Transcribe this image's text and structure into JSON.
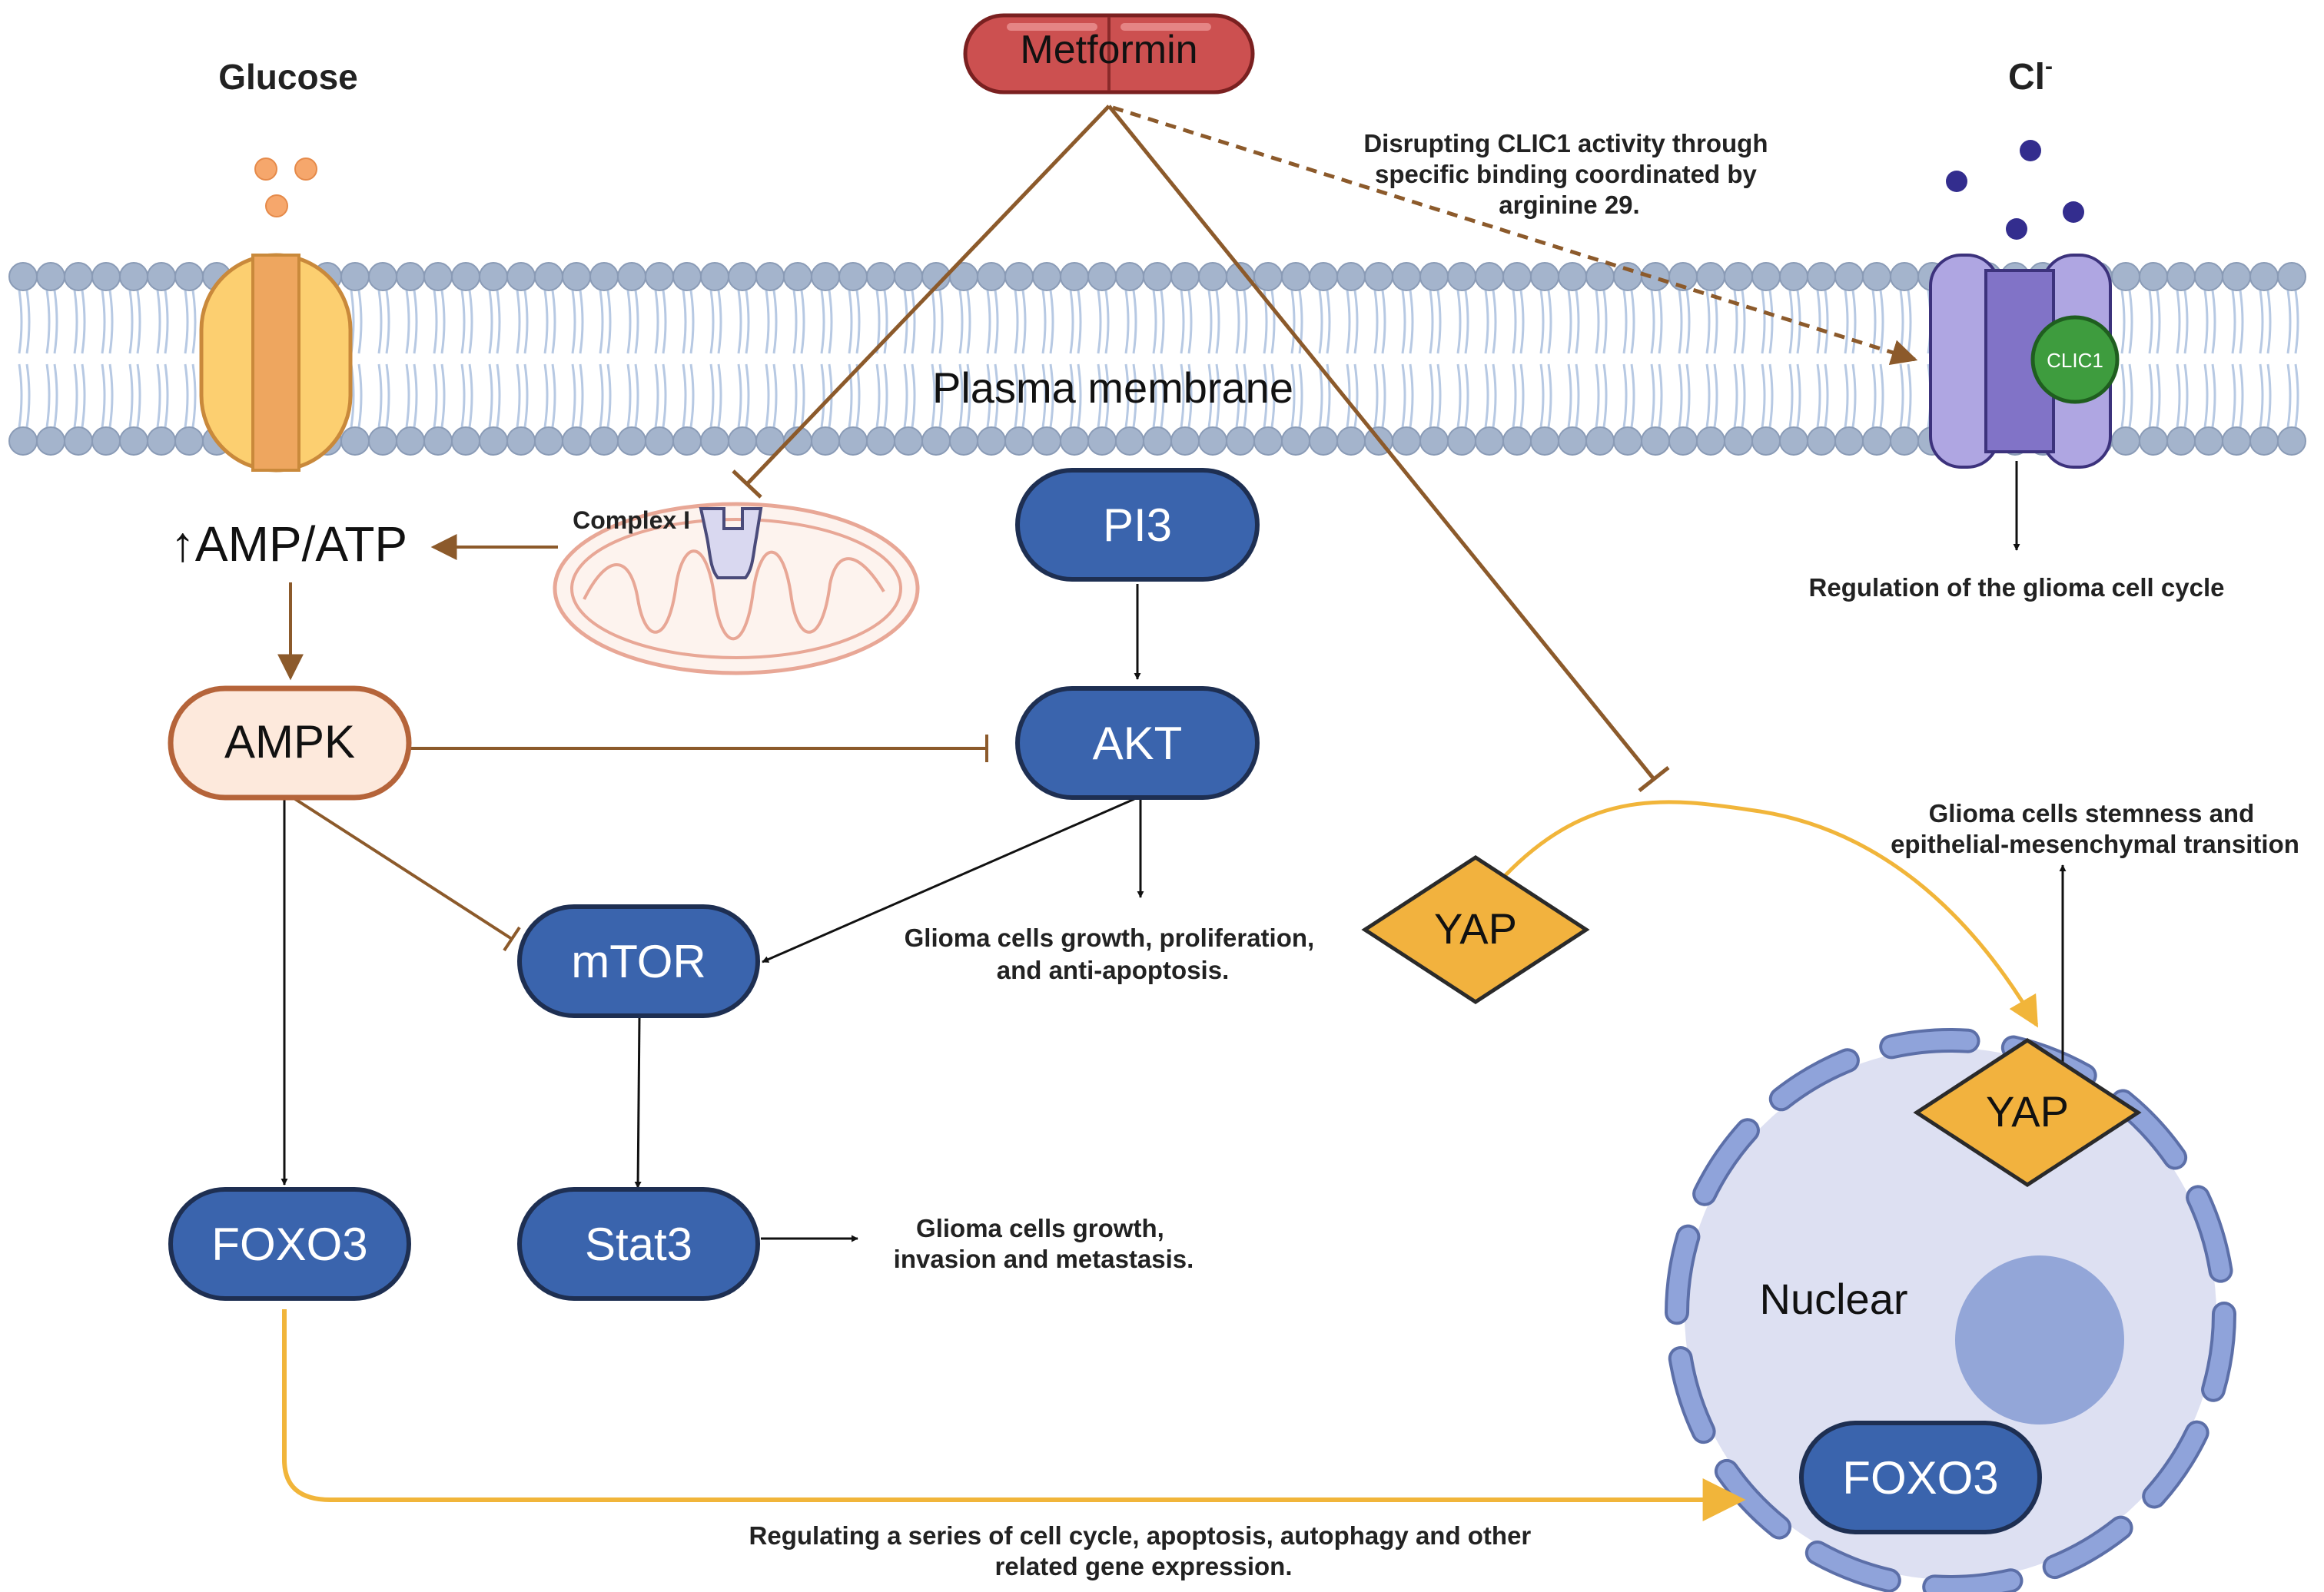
{
  "labels": {
    "glucose": "Glucose",
    "metformin": "Metformin",
    "chloride": "Cl",
    "chloride_charge": "-",
    "membrane": "Plasma membrane",
    "complex_i": "Complex I",
    "clic1": "CLIC1",
    "amp_atp": "↑AMP/ATP",
    "nuclear": "Nuclear"
  },
  "nodes": {
    "pi3": "PI3",
    "akt": "AKT",
    "ampk": "AMPK",
    "mtor": "mTOR",
    "stat3": "Stat3",
    "foxo3": "FOXO3",
    "yap": "YAP",
    "yap_nuclear": "YAP",
    "foxo3_nuclear": "FOXO3"
  },
  "annotations": {
    "clic1_binding": [
      "Disrupting CLIC1 activity through",
      "specific binding coordinated by",
      "arginine 29."
    ],
    "cell_cycle": [
      "Regulation of the glioma cell cycle"
    ],
    "akt_effect": [
      "Glioma cells growth, proliferation,",
      "and anti-apoptosis."
    ],
    "yap_effect": [
      "Glioma cells stemness and",
      "epithelial-mesenchymal transition"
    ],
    "stat3_effect": [
      "Glioma cells growth,",
      "invasion and metastasis."
    ],
    "foxo3_effect": [
      "Regulating a series of cell cycle, apoptosis, autophagy and other",
      "related gene expression."
    ]
  },
  "colors": {
    "blue_node": "#3a64ad",
    "blue_stroke": "#1e2f52",
    "ampk_fill": "#fde9dc",
    "ampk_stroke": "#b5643a",
    "yap_fill": "#f2b23e",
    "metformin": "#cc5050",
    "brown_arrow": "#8c5a2b",
    "yellow_arrow": "#f1b53a",
    "membrane_head": "#a4b4cc",
    "membrane_tail": "#b7c9e3",
    "glut": "#fccf70",
    "glut_core": "#eea65f",
    "clic_channel": "#afa6e2",
    "clic_core": "#8173c7",
    "clic1": "#3e9c3e",
    "nucleus_fill": "#dde0f2",
    "nucleus_dash": "#8fa3da",
    "nucleolus": "#93a6d8",
    "mito": "#e8a796",
    "glucose_dots": "#f6a76c",
    "chloride_dots": "#332d8e"
  }
}
